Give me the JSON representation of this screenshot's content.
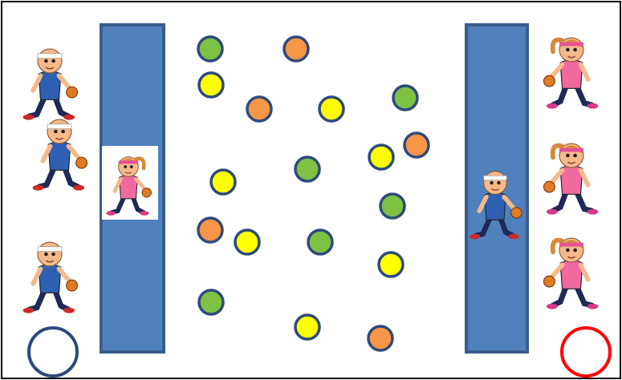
{
  "colors": {
    "border": "#000000",
    "lane_fill": "#4f81bd",
    "lane_stroke": "#385d8a",
    "marker_stroke": "#2e4a7d",
    "green": "#7dc242",
    "yellow": "#ffff00",
    "orange": "#f79646",
    "blue_hoop": "#2e4a7d",
    "red_hoop": "#ff0000",
    "boy_shirt": "#2f5fb3",
    "girl_shirt": "#f06aa0",
    "skin": "#f5b98a",
    "girl_hair": "#d68a3a",
    "boy_band": "#ffffff",
    "ball": "#e07b25"
  },
  "lanes": [
    {
      "name": "left-lane"
    },
    {
      "name": "right-lane"
    }
  ],
  "markers": [
    {
      "color": "green"
    },
    {
      "color": "orange"
    },
    {
      "color": "yellow"
    },
    {
      "color": "orange"
    },
    {
      "color": "yellow"
    },
    {
      "color": "green"
    },
    {
      "color": "orange"
    },
    {
      "color": "yellow"
    },
    {
      "color": "green"
    },
    {
      "color": "yellow"
    },
    {
      "color": "green"
    },
    {
      "color": "orange"
    },
    {
      "color": "yellow"
    },
    {
      "color": "green"
    },
    {
      "color": "yellow"
    },
    {
      "color": "green"
    },
    {
      "color": "yellow"
    },
    {
      "color": "orange"
    }
  ],
  "players": {
    "team_left": [
      "boy",
      "boy",
      "boy"
    ],
    "team_right": [
      "girl",
      "girl",
      "girl"
    ],
    "left_lane_player": "girl",
    "right_lane_player": "boy"
  },
  "hoops": [
    {
      "name": "blue-hoop",
      "color": "blue"
    },
    {
      "name": "red-hoop",
      "color": "red"
    }
  ]
}
